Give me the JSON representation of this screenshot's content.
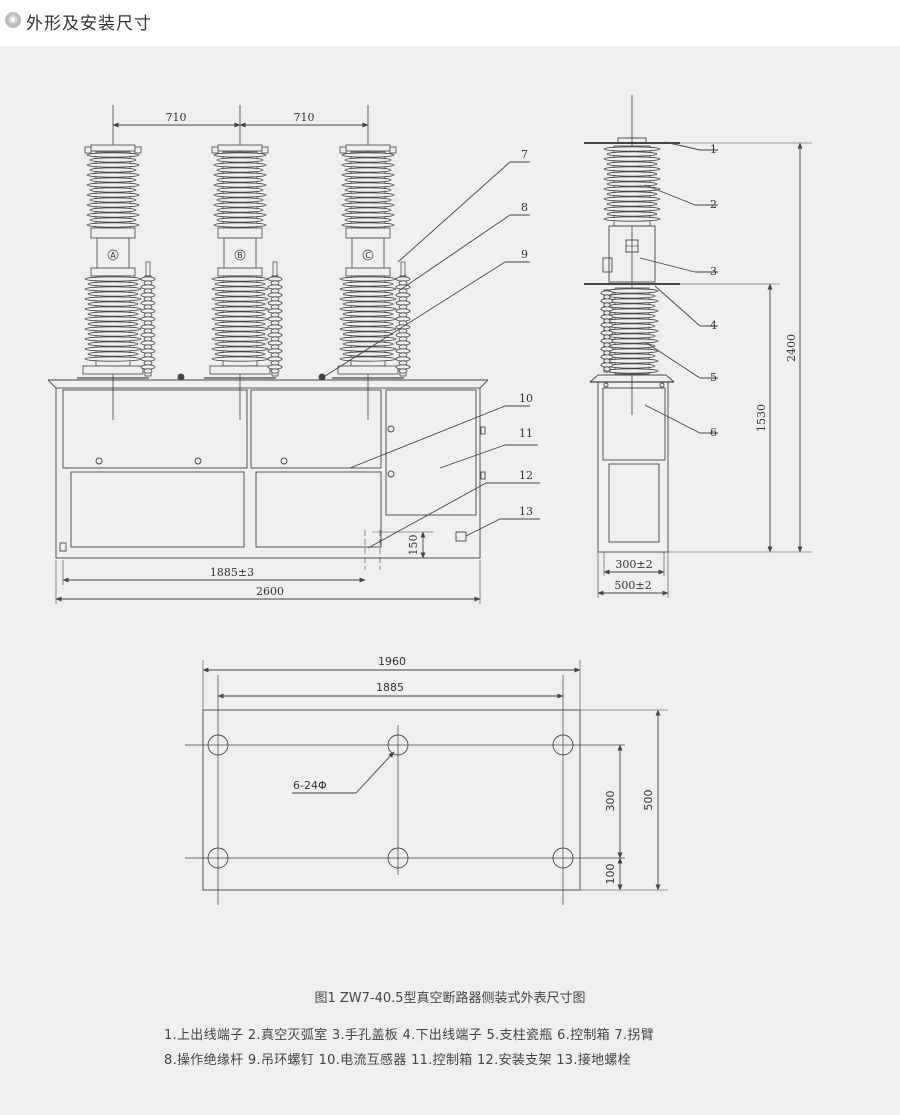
{
  "header": {
    "icon": "circle-logo-icon",
    "title": "外形及安装尺寸"
  },
  "front_view": {
    "dim_spacing_left": "710",
    "dim_spacing_right": "710",
    "phase_labels": [
      "A",
      "B",
      "C"
    ],
    "callouts": [
      "7",
      "8",
      "9",
      "10",
      "11",
      "12",
      "13"
    ],
    "dim_150": "150",
    "dim_1885": "1885±3",
    "dim_2600": "2600"
  },
  "side_view": {
    "callouts": [
      "1",
      "2",
      "3",
      "4",
      "5",
      "6"
    ],
    "dim_2400": "2400",
    "dim_1530": "1530",
    "dim_300": "300±2",
    "dim_500": "500±2"
  },
  "base_plan": {
    "dim_1960": "1960",
    "dim_1885": "1885",
    "hole_label": "6-24Φ",
    "dim_300": "300",
    "dim_500": "500",
    "dim_100": "100"
  },
  "caption": "图1 ZW7-40.5型真空断路器侧装式外表尺寸图",
  "legend": {
    "line1": "1.上出线端子 2.真空灭弧室 3.手孔盖板 4.下出线端子 5.支柱瓷瓶 6.控制箱 7.拐臂",
    "line2": "8.操作绝缘杆 9.吊环螺钉 10.电流互感器 11.控制箱 12.安装支架 13.接地螺栓"
  }
}
